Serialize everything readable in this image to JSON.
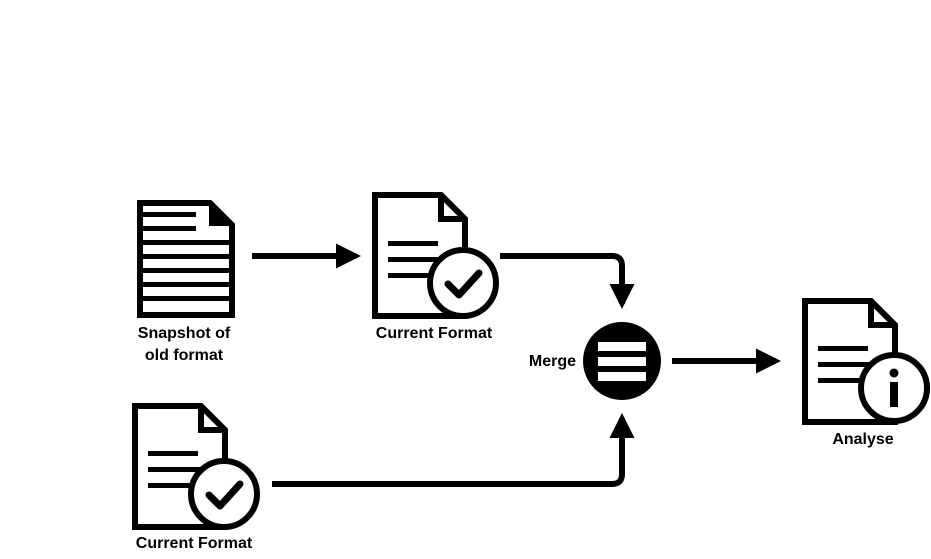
{
  "colors": {
    "ink": "#000000",
    "paper": "#ffffff"
  },
  "nodes": {
    "snapshot": {
      "label_line1": "Snapshot of",
      "label_line2": "old format",
      "icon": "document-lines-icon"
    },
    "current_format_top": {
      "label": "Current Format",
      "icon": "document-check-icon"
    },
    "current_format_bottom": {
      "label": "Current Format",
      "icon": "document-check-icon"
    },
    "merge": {
      "label": "Merge",
      "icon": "merge-icon"
    },
    "analyse": {
      "label": "Analyse",
      "icon": "document-info-icon"
    }
  },
  "edges": [
    {
      "from": "snapshot",
      "to": "current_format_top"
    },
    {
      "from": "current_format_top",
      "to": "merge"
    },
    {
      "from": "current_format_bottom",
      "to": "merge"
    },
    {
      "from": "merge",
      "to": "analyse"
    }
  ]
}
